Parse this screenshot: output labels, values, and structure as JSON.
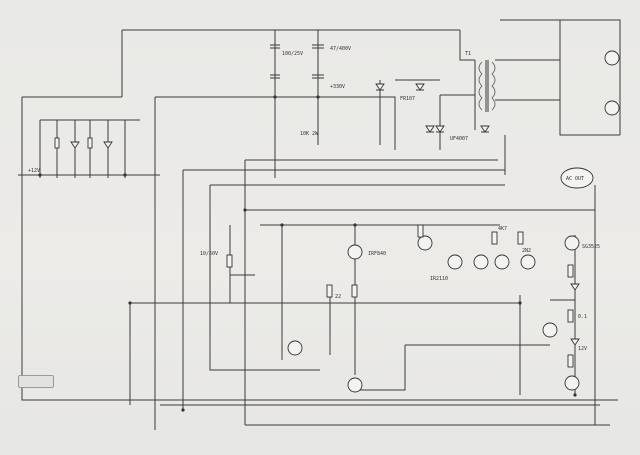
{
  "sheet": {
    "stamp": "",
    "labels": {
      "vdd_12": "+12V",
      "c12": "100/25V",
      "c13": "47/400V",
      "vdd_bus": "+330V",
      "r20": "10K 2W",
      "d_fr107": "FR107",
      "d_uf": "UF4007",
      "t1": "T1",
      "q_mos": "IRF840",
      "ic_drv": "IR2110",
      "r_gate": "22",
      "c_boot": "10/50V",
      "r_sense": "0.1",
      "zd": "12V",
      "ic_osc": "SG3525",
      "r_t": "4K7",
      "c_t": "2N2",
      "out": "AC OUT"
    }
  }
}
